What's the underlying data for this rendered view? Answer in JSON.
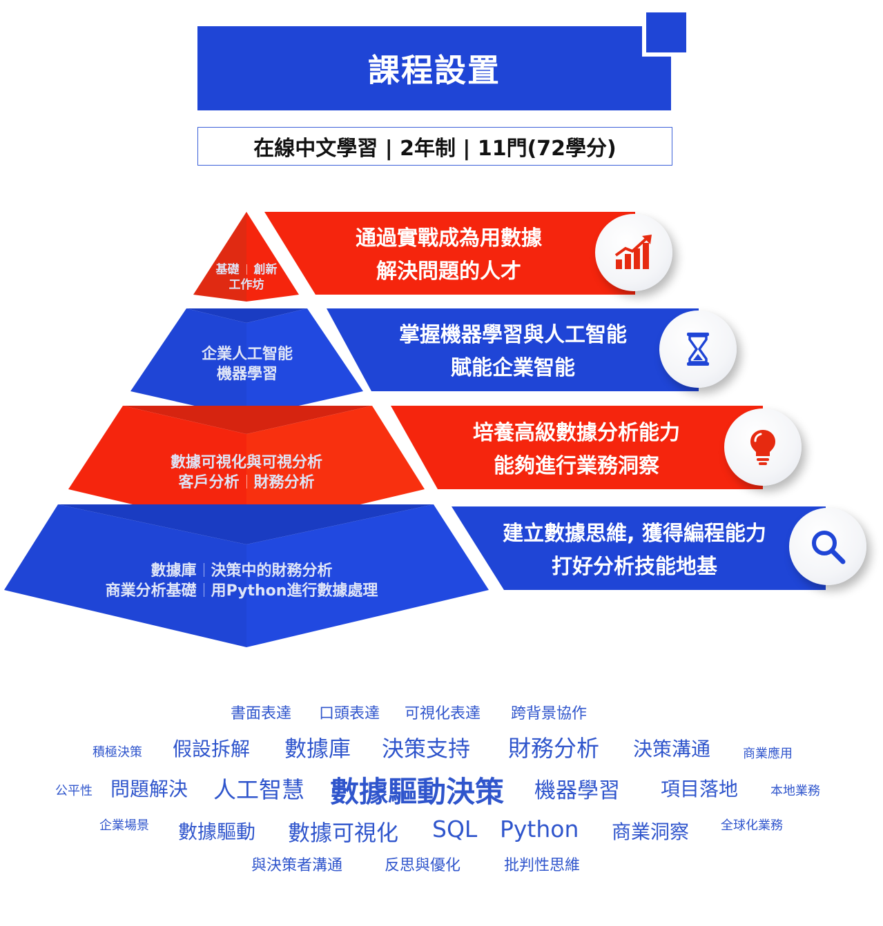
{
  "header": {
    "title": "課程設置",
    "subtitle": "在線中文學習 | 2年制 | 11門(72學分)"
  },
  "pyramid": {
    "tier1": {
      "line1a": "基礎",
      "line1b": "創新",
      "line2": "工作坊"
    },
    "tier2": {
      "line1": "企業人工智能",
      "line2": "機器學習"
    },
    "tier3": {
      "line1": "數據可視化與可視分析",
      "line2a": "客戶分析",
      "line2b": "財務分析"
    },
    "tier4": {
      "line1a": "數據庫",
      "line1b": "決策中的財務分析",
      "line2a": "商業分析基礎",
      "line2b": "用Python進行數據處理"
    }
  },
  "banners": [
    {
      "line1": "通過實戰成為用數據",
      "line2": "解決問題的人才",
      "icon": "growth-chart-icon",
      "color": "#f5250d"
    },
    {
      "line1": "掌握機器學習與人工智能",
      "line2": "賦能企業智能",
      "icon": "hourglass-icon",
      "color": "#1f45d6"
    },
    {
      "line1": "培養高級數據分析能力",
      "line2": "能夠進行業務洞察",
      "icon": "lightbulb-icon",
      "color": "#f5250d"
    },
    {
      "line1": "建立數據思維, 獲得編程能力",
      "line2": "打好分析技能地基",
      "icon": "magnifier-icon",
      "color": "#1f45d6"
    }
  ],
  "colors": {
    "blue": "#1f45d6",
    "red": "#f5250d",
    "cloud_text": "#2f55cc"
  },
  "word_cloud": {
    "row1": [
      "書面表達",
      "口頭表達",
      "可視化表達",
      "跨背景協作"
    ],
    "row2": [
      "積極決策",
      "假設拆解",
      "數據庫",
      "決策支持",
      "財務分析",
      "決策溝通",
      "商業應用"
    ],
    "row3": [
      "公平性",
      "問題解決",
      "人工智慧",
      "數據驅動決策",
      "機器學習",
      "項目落地",
      "本地業務"
    ],
    "row4": [
      "企業場景",
      "數據驅動",
      "數據可視化",
      "SQL",
      "Python",
      "商業洞察",
      "全球化業務"
    ],
    "row5": [
      "與決策者溝通",
      "反思與優化",
      "批判性思維"
    ]
  }
}
